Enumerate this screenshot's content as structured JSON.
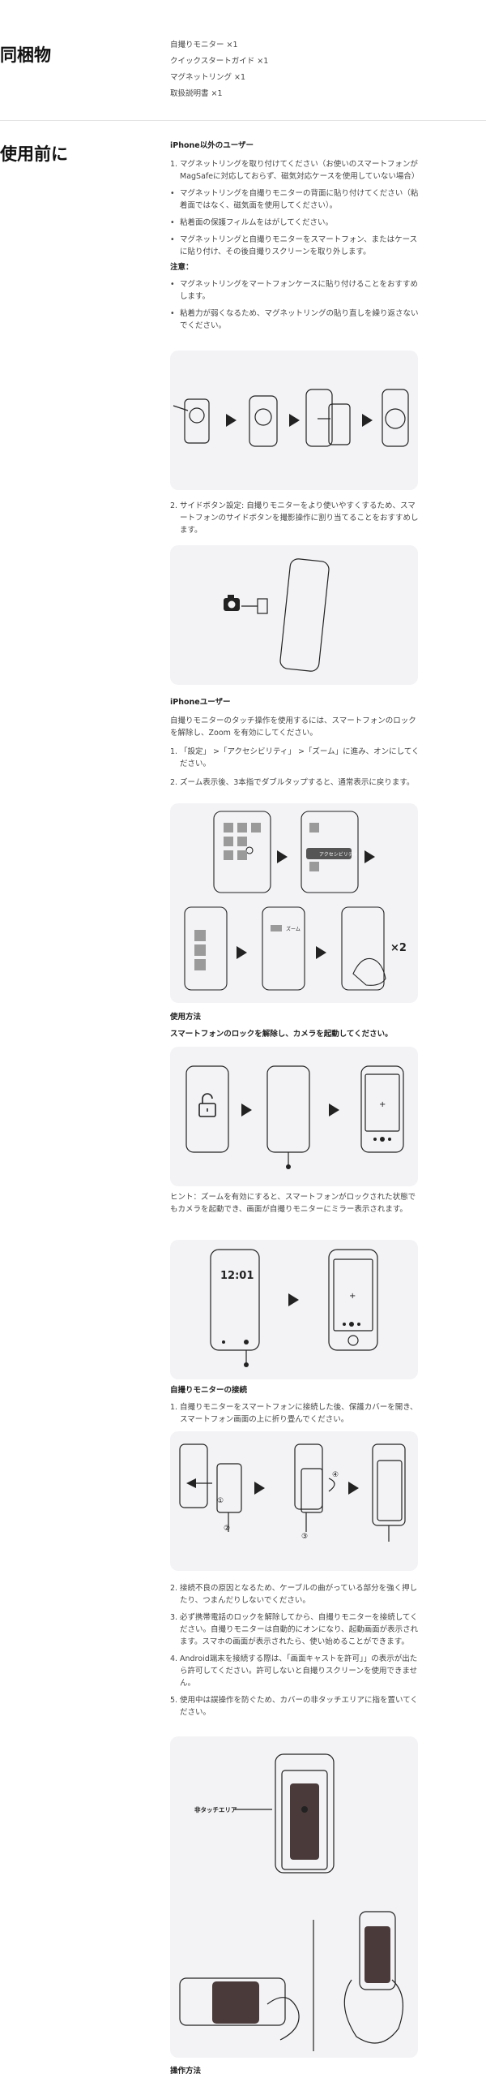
{
  "contents": {
    "title": "同梱物",
    "items": [
      "自撮りモニター ×1",
      "クイックスタートガイド ×1",
      "マグネットリング ×1",
      "取扱説明書 ×1"
    ]
  },
  "before_use": {
    "title": "使用前に",
    "non_iphone": {
      "heading": "iPhone以外のユーザー",
      "step1_num": "1.",
      "step1": "マグネットリングを取り付けてください（お使いのスマートフォンがMagSafeに対応しておらず、磁気対応ケースを使用していない場合）",
      "bullets": [
        "マグネットリングを自撮りモニターの背面に貼り付けてください（粘着面ではなく、磁気面を使用してください）。",
        "粘着面の保護フィルムをはがしてください。",
        "マグネットリングと自撮りモニターをスマートフォン、またはケースに貼り付け、その後自撮りスクリーンを取り外します。"
      ],
      "note_heading": "注意：",
      "notes": [
        "マグネットリングをマートフォンケースに貼り付けることをおすすめします。",
        "粘着力が弱くなるため、マグネットリングの貼り直しを繰り返さないでください。"
      ],
      "step2_num": "2.",
      "step2": "サイドボタン設定: 自撮りモニターをより使いやすくするため、スマートフォンのサイドボタンを撮影操作に割り当てることをおすすめします。"
    },
    "iphone": {
      "heading": "iPhoneユーザー",
      "intro": "自撮りモニターのタッチ操作を使用するには、スマートフォンのロックを解除し、Zoom を有効にしてください。",
      "steps": [
        {
          "num": "1.",
          "text": "「設定」 >「アクセシビリティ」 >「ズーム」に進み、オンにしてください。"
        },
        {
          "num": "2.",
          "text": "ズーム表示後、3本指でダブルタップすると、通常表示に戻ります。"
        }
      ],
      "acc_label": "アクセシビリティ",
      "zoom_label": "ズーム",
      "x2_label": "×2"
    }
  },
  "usage": {
    "heading": "使用方法",
    "subheading": "スマートフォンのロックを解除し、カメラを起動してください。",
    "hint": "ヒント：ズームを有効にすると、スマートフォンがロックされた状態でもカメラを起動でき、画面が自撮りモニターにミラー表示されます。",
    "clock": "12:01"
  },
  "connect": {
    "heading": "自撮りモニターの接続",
    "step1_num": "1.",
    "step1": "自撮りモニターをスマートフォンに接続した後、保護カバーを開き、スマートフォン画面の上に折り畳んでください。",
    "markers": [
      "①",
      "②",
      "③",
      "④"
    ],
    "steps": [
      {
        "num": "2.",
        "text": "接続不良の原因となるため、ケーブルの曲がっている部分を強く押したり、つまんだりしないでください。"
      },
      {
        "num": "3.",
        "text": "必ず携帯電話のロックを解除してから、自撮りモニターを接続してください。自撮りモニターは自動的にオンになり、起動画面が表示されます。スマホの画面が表示されたら、使い始めることができます。"
      },
      {
        "num": "4.",
        "text": "Android端末を接続する際は、「画面キャストを許可」」の表示が出たら許可してください。許可しないと自撮りスクリーンを使用できません。"
      },
      {
        "num": "5.",
        "text": "使用中は誤操作を防ぐため、カバーの非タッチエリアに指を置いてください。"
      }
    ],
    "non_touch_label": "非タッチエリア"
  },
  "next_heading": "操作方法",
  "colors": {
    "divider": "#e4e4e4",
    "panel": "#f3f3f6",
    "cover": "#4a3a3a",
    "ink": "#222222"
  }
}
